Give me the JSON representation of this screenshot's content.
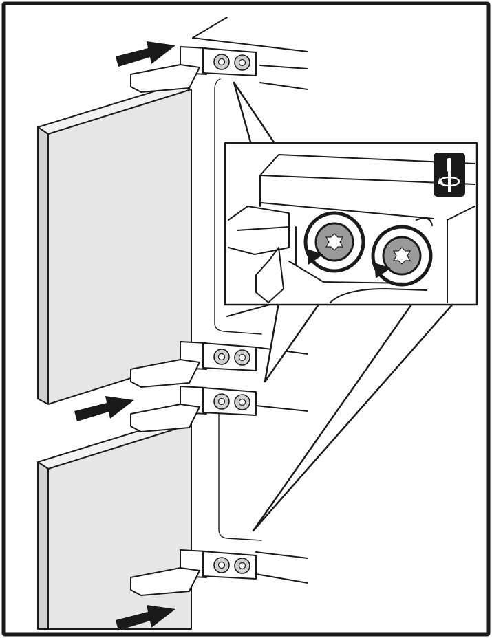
{
  "colors": {
    "ink": "#1a1a1a",
    "panel_face": "#e6e6e6",
    "panel_edge": "#d2d2d2",
    "panel_top": "#f2f2f2",
    "screw_fill": "#cfcfcf",
    "big_screw_fill": "#9a9a9a",
    "badge_fill": "#1a1a1a"
  },
  "icons": {
    "push_arrow": "push-arrow-icon",
    "screwdriver": "screwdriver-rotate-icon",
    "rotation": "rotation-arrow-icon",
    "torx_screw": "torx-screw-icon"
  },
  "hinge_groups": [
    {
      "name": "top"
    },
    {
      "name": "middle-upper"
    },
    {
      "name": "middle-lower"
    },
    {
      "name": "bottom"
    }
  ],
  "panels": [
    {
      "name": "upper-door-panel"
    },
    {
      "name": "lower-door-panel"
    }
  ]
}
